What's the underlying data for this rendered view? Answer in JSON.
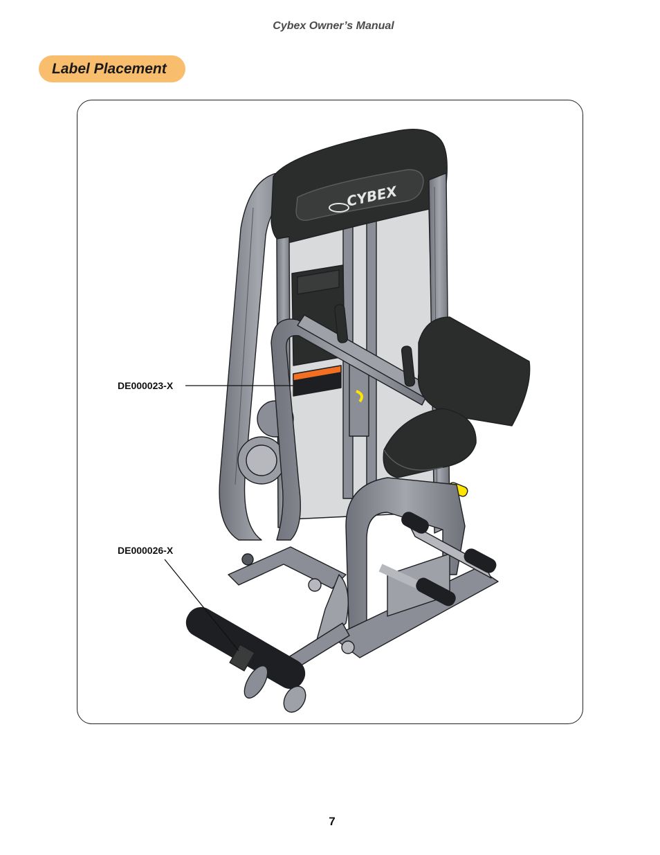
{
  "header": {
    "title": "Cybex Owner’s Manual"
  },
  "section": {
    "title": "Label Placement"
  },
  "figure": {
    "logo_text": "CYBEX",
    "callouts": [
      {
        "label": "DE000023-X"
      },
      {
        "label": "DE000026-X"
      }
    ]
  },
  "colors": {
    "section_pill": "#f9be6d",
    "frame_metal": "#8b8e96",
    "frame_shadow": "#55585e",
    "upholstery": "#2b2d2c",
    "warning_label": "#f36f21",
    "handle_yellow": "#ffe600",
    "panel": "#d9dadc"
  },
  "footer": {
    "page_number": "7"
  }
}
